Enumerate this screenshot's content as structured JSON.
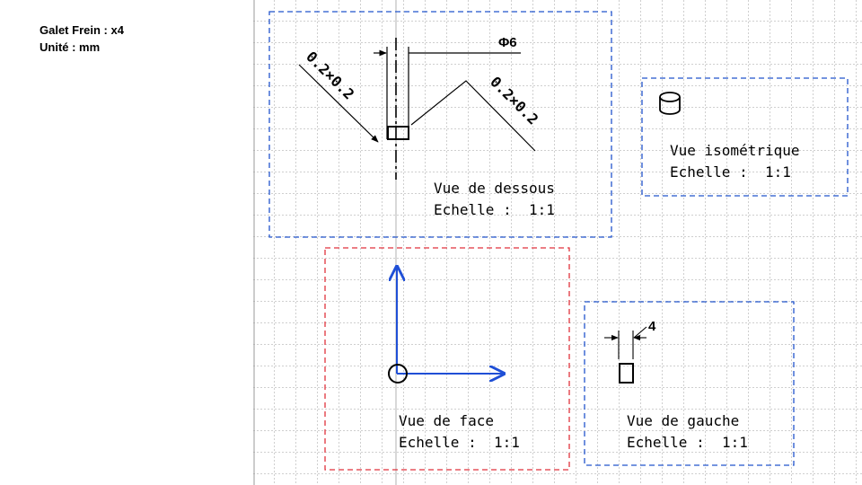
{
  "header": {
    "line1": "Galet Frein : x4",
    "line2": "Unité : mm"
  },
  "colors": {
    "grid": "#c8c8c8",
    "view_frame_blue": "#2255cc",
    "view_frame_active": "#e0323c",
    "axis": "#1f4fd6",
    "geometry": "#000000"
  },
  "views": {
    "dessous": {
      "title": "Vue de dessous",
      "scale": "Echelle :  1:1",
      "dim_diameter": "Φ6",
      "dim_chamfer_left": "0.2×0.2",
      "dim_chamfer_right": "0.2×0.2"
    },
    "iso": {
      "title": "Vue isométrique",
      "scale": "Echelle :  1:1"
    },
    "face": {
      "title": "Vue de face",
      "scale": "Echelle :  1:1"
    },
    "gauche": {
      "title": "Vue de gauche",
      "scale": "Echelle :  1:1",
      "dim_width": "4"
    }
  }
}
